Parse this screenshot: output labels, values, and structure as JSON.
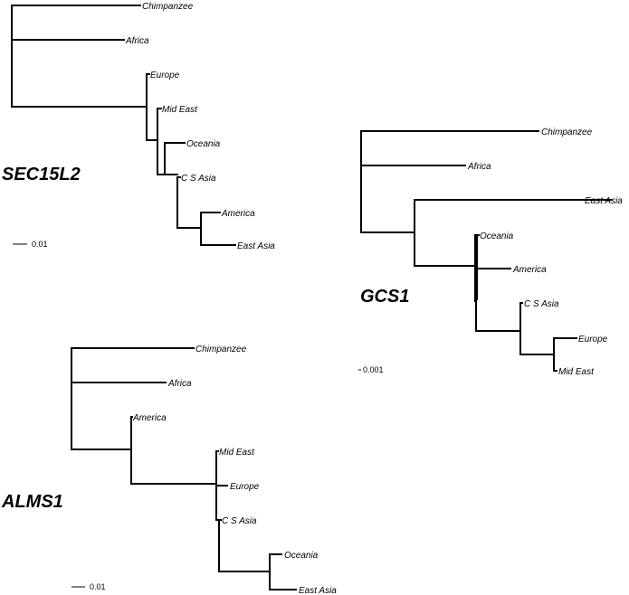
{
  "trees": {
    "sec15l2": {
      "gene": "SEC15L2",
      "scale": "0.01",
      "leaves": {
        "chimpanzee": "Chimpanzee",
        "africa": "Africa",
        "europe": "Europe",
        "mid_east": "Mid East",
        "oceania": "Oceania",
        "cs_asia": "C S Asia",
        "america": "America",
        "east_asia": "East Asia"
      }
    },
    "gcs1": {
      "gene": "GCS1",
      "scale": "0.001",
      "leaves": {
        "chimpanzee": "Chimpanzee",
        "africa": "Africa",
        "east_asia": "East Asia",
        "oceania": "Oceania",
        "america": "America",
        "cs_asia": "C S Asia",
        "europe": "Europe",
        "mid_east": "Mid East"
      }
    },
    "alms1": {
      "gene": "ALMS1",
      "scale": "0.01",
      "leaves": {
        "chimpanzee": "Chimpanzee",
        "africa": "Africa",
        "america": "America",
        "mid_east": "Mid East",
        "europe": "Europe",
        "cs_asia": "C S Asia",
        "oceania": "Oceania",
        "east_asia": "East Asia"
      }
    }
  }
}
